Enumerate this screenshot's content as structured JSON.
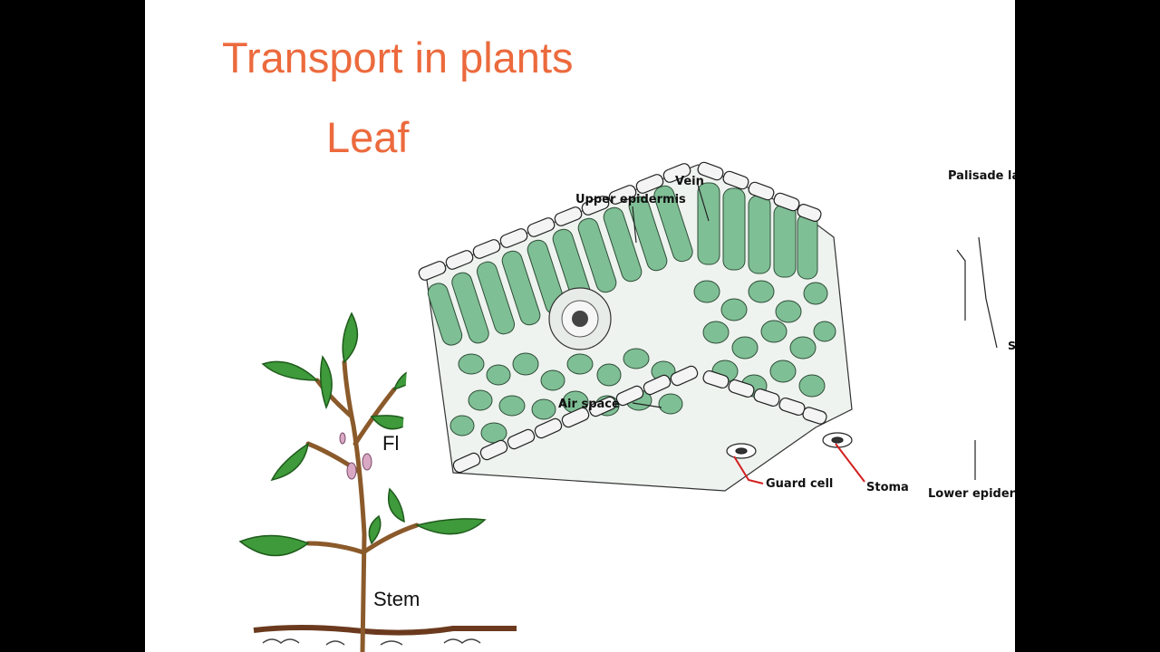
{
  "slide": {
    "title": "Transport in plants",
    "subtitle": "Leaf"
  },
  "leaf_diagram": {
    "labels": {
      "vein": "Vein",
      "upper_epidermis": "Upper epidermis",
      "palisade_layer": "Palisade layer",
      "spongy_layer": "Spongy layer",
      "air_space": "Air space",
      "guard_cell": "Guard cell",
      "stoma": "Stoma",
      "lower_epidermis": "Lower epidermis"
    }
  },
  "plant_diagram": {
    "labels": {
      "flower_partial": "Fl",
      "stem": "Stem"
    }
  },
  "colors": {
    "title": "#ec6a3d",
    "cell_green": "#7fbf95",
    "leaf_green": "#3e9a3a",
    "stem_brown": "#8b5a2b"
  }
}
